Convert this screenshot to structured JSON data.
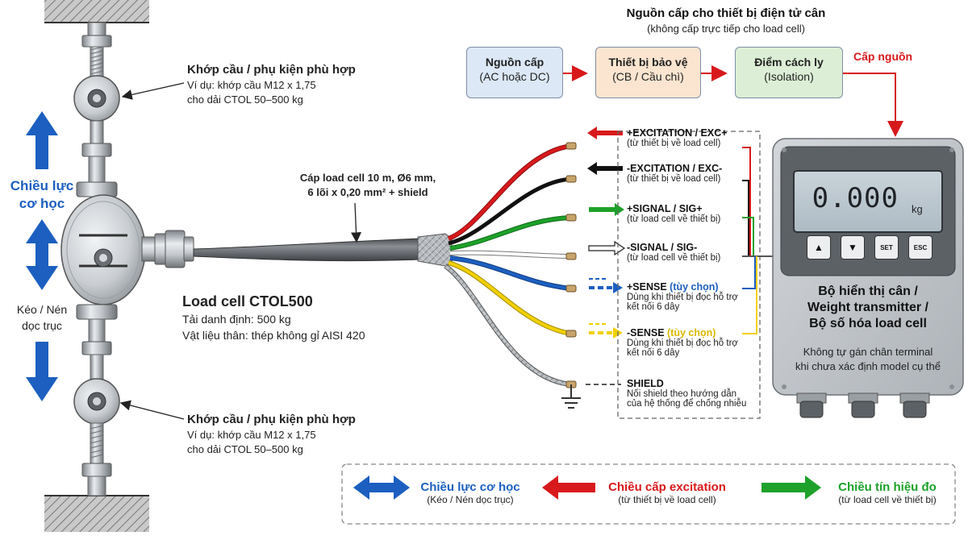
{
  "power_section": {
    "title": "Nguồn cấp cho thiết bị điện tử cân",
    "subtitle": "(không cấp trực tiếp cho load cell)",
    "boxes": [
      {
        "title": "Nguồn cấp",
        "sub": "(AC hoặc DC)",
        "color": "#dce8f5"
      },
      {
        "title": "Thiết bị bảo vệ",
        "sub": "(CB / Cầu chì)",
        "color": "#fbe5d0"
      },
      {
        "title": "Điểm cách ly",
        "sub": "(Isolation)",
        "color": "#dcefd6"
      }
    ],
    "feed_label": "Cấp nguồn"
  },
  "joint_top": {
    "title": "Khớp cầu / phụ kiện phù hợp",
    "line1": "Ví dụ:  khớp cầu M12 x 1,75",
    "line2": "cho dải CTOL 50–500 kg"
  },
  "joint_bottom": {
    "title": "Khớp cầu / phụ kiện phù hợp",
    "line1": "Ví dụ:  khớp cầu M12 x 1,75",
    "line2": "cho dải CTOL 50–500 kg"
  },
  "force": {
    "label_line1": "Chiều lực",
    "label_line2": "cơ học",
    "axis_line1": "Kéo / Nén",
    "axis_line2": "dọc trục"
  },
  "loadcell": {
    "name": "Load cell CTOL500",
    "rated": "Tải danh định: 500 kg",
    "material": "Vật liệu thân: thép không gỉ AISI 420"
  },
  "cable": {
    "line1": "Cáp load cell 10 m,  Ø6 mm,",
    "line2": "6 lõi x 0,20 mm² + shield"
  },
  "wires": [
    {
      "title": "+EXCITATION / EXC+",
      "sub1": "(từ thiết bị về load cell)",
      "sub2": "",
      "color": "#d8191c",
      "title_color": "#111"
    },
    {
      "title": "-EXCITATION / EXC-",
      "sub1": "(từ thiết bị về load cell)",
      "sub2": "",
      "color": "#111111",
      "title_color": "#111"
    },
    {
      "title": "+SIGNAL / SIG+",
      "sub1": "(từ load cell về thiết bị)",
      "sub2": "",
      "color": "#1ea12a",
      "title_color": "#111"
    },
    {
      "title": "-SIGNAL / SIG-",
      "sub1": "(từ load cell về thiết bị)",
      "sub2": "",
      "color": "#ffffff",
      "title_color": "#111"
    },
    {
      "title": "+SENSE",
      "title_extra": " (tùy chọn)",
      "sub1": "Dùng khi thiết bị đọc hỗ trợ",
      "sub2": "kết nối 6 dây",
      "color": "#1c5fc0",
      "title_color": "#111",
      "extra_color": "#1c5fc0"
    },
    {
      "title": "-SENSE",
      "title_extra": " (tùy chọn)",
      "sub1": "Dùng khi thiết bị đọc hỗ trợ",
      "sub2": "kết nối 6 dây",
      "color": "#f0d000",
      "title_color": "#111",
      "extra_color": "#d9b800"
    },
    {
      "title": "SHIELD",
      "sub1": "Nối shield theo hướng dẫn",
      "sub2": "của hệ thống để chống nhiễu",
      "color": "#999999",
      "title_color": "#111"
    }
  ],
  "device": {
    "display_value": "0.000",
    "display_unit": "kg",
    "buttons": [
      "▲",
      "▼",
      "SET",
      "ESC"
    ],
    "title_line1": "Bộ hiển thị cân /",
    "title_line2": "Weight transmitter /",
    "title_line3": "Bộ số hóa load cell",
    "note_line1": "Không tự gán chân terminal",
    "note_line2": "khi chưa xác định model cụ thể"
  },
  "legend": [
    {
      "title": "Chiều lực cơ học",
      "sub": "(Kéo / Nén dọc trục)",
      "color": "#1c5fc0"
    },
    {
      "title": "Chiều cấp excitation",
      "sub": "(từ thiết bị về load cell)",
      "color": "#d8191c"
    },
    {
      "title": "Chiều tín hiệu đo",
      "sub": "(từ load cell về thiết bị)",
      "color": "#1ea12a"
    }
  ]
}
